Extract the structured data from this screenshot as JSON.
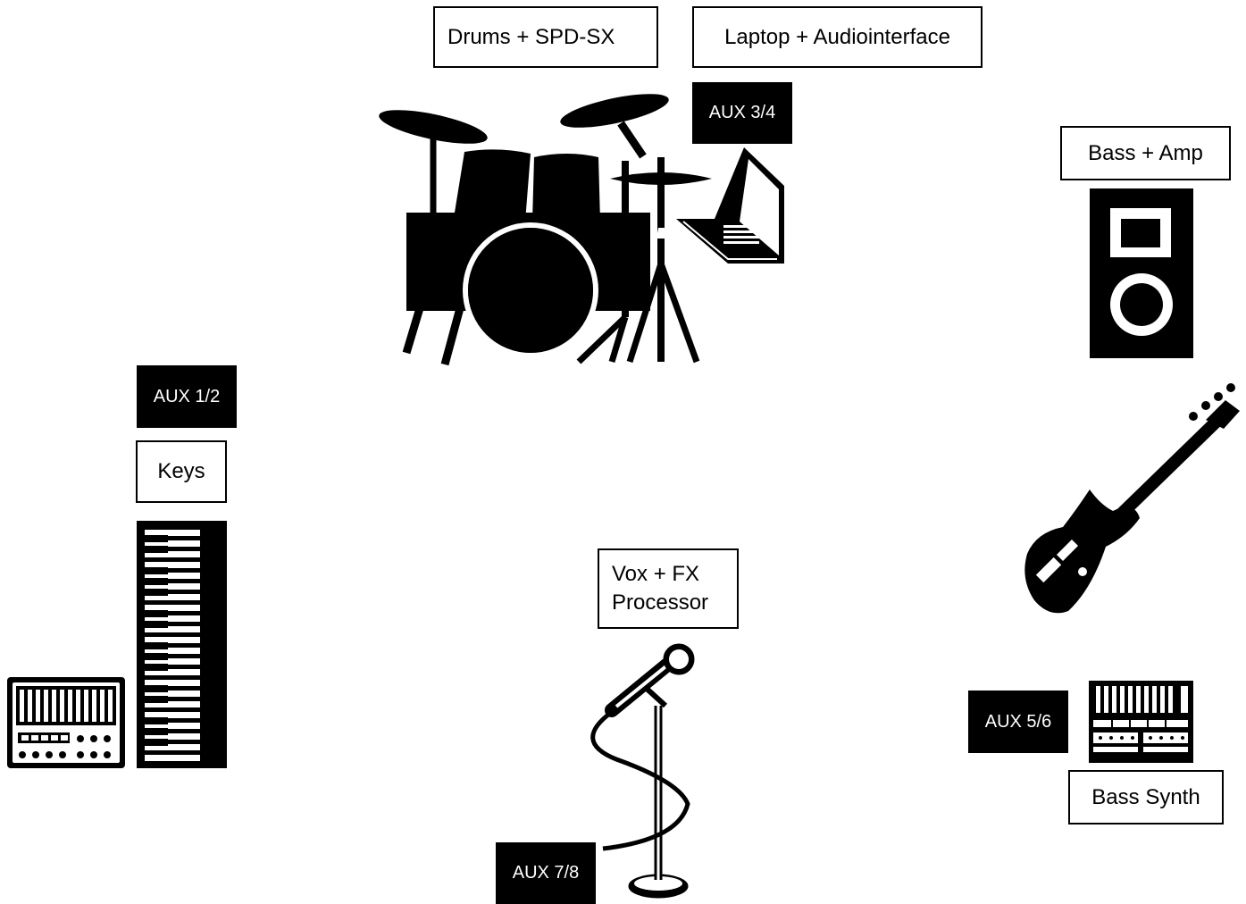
{
  "labels": {
    "drums": "Drums + SPD-SX",
    "laptop": "Laptop + Audiointerface",
    "bass_amp": "Bass + Amp",
    "keys": "Keys",
    "vox": "Vox + FX\nProcessor",
    "bass_synth": "Bass Synth"
  },
  "aux": {
    "aux_1_2": "AUX 1/2",
    "aux_3_4": "AUX 3/4",
    "aux_5_6": "AUX 5/6",
    "aux_7_8": "AUX 7/8"
  },
  "icons": [
    "drum-kit-icon",
    "laptop-icon",
    "amp-speaker-icon",
    "bass-guitar-icon",
    "keyboard-icon",
    "synth-module-icon",
    "microphone-icon",
    "bass-synth-icon"
  ],
  "colors": {
    "foreground": "#000000",
    "background": "#ffffff"
  }
}
